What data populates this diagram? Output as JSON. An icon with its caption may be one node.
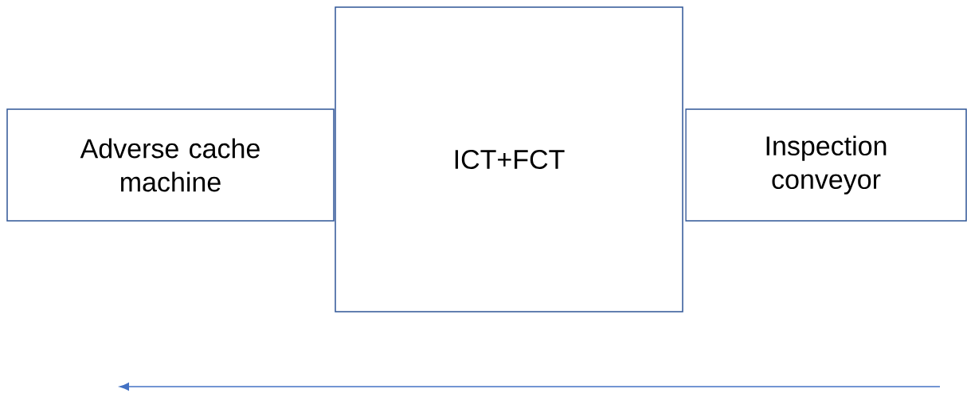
{
  "diagram": {
    "nodes": [
      {
        "text": [
          "Adverse cache machine"
        ]
      },
      {
        "text": [
          "ICT+FCT"
        ]
      },
      {
        "text": [
          "Inspection conveyor"
        ]
      }
    ],
    "edges": []
  }
}
